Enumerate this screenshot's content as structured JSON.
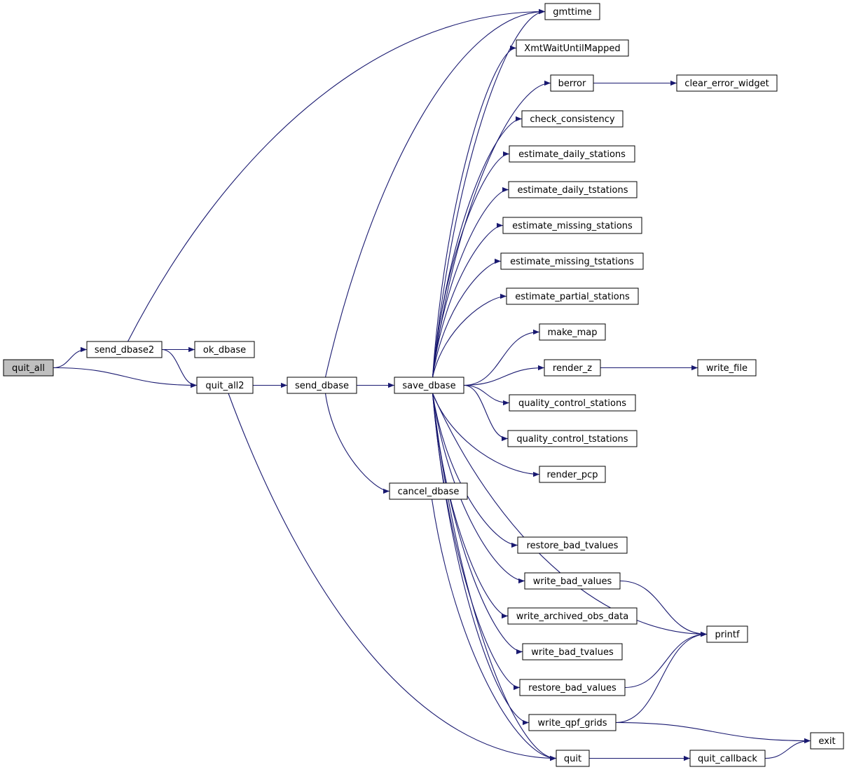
{
  "graph": {
    "colors": {
      "edge": "#191970",
      "node_fill": "#ffffff",
      "root_fill": "#bfbfbf",
      "node_border": "#000000"
    },
    "nodes": [
      {
        "id": "quit_all",
        "label": "quit_all",
        "root": true
      },
      {
        "id": "send_dbase2",
        "label": "send_dbase2"
      },
      {
        "id": "quit_all2",
        "label": "quit_all2"
      },
      {
        "id": "ok_dbase",
        "label": "ok_dbase"
      },
      {
        "id": "send_dbase",
        "label": "send_dbase"
      },
      {
        "id": "save_dbase",
        "label": "save_dbase"
      },
      {
        "id": "cancel_dbase",
        "label": "cancel_dbase"
      },
      {
        "id": "gmttime",
        "label": "gmttime"
      },
      {
        "id": "XmtWaitUntilMapped",
        "label": "XmtWaitUntilMapped"
      },
      {
        "id": "berror",
        "label": "berror"
      },
      {
        "id": "clear_error_widget",
        "label": "clear_error_widget"
      },
      {
        "id": "check_consistency",
        "label": "check_consistency"
      },
      {
        "id": "estimate_daily_stations",
        "label": "estimate_daily_stations"
      },
      {
        "id": "estimate_daily_tstations",
        "label": "estimate_daily_tstations"
      },
      {
        "id": "estimate_missing_stations",
        "label": "estimate_missing_stations"
      },
      {
        "id": "estimate_missing_tstations",
        "label": "estimate_missing_tstations"
      },
      {
        "id": "estimate_partial_stations",
        "label": "estimate_partial_stations"
      },
      {
        "id": "make_map",
        "label": "make_map"
      },
      {
        "id": "render_z",
        "label": "render_z"
      },
      {
        "id": "write_file",
        "label": "write_file"
      },
      {
        "id": "quality_control_stations",
        "label": "quality_control_stations"
      },
      {
        "id": "quality_control_tstations",
        "label": "quality_control_tstations"
      },
      {
        "id": "render_pcp",
        "label": "render_pcp"
      },
      {
        "id": "restore_bad_tvalues",
        "label": "restore_bad_tvalues"
      },
      {
        "id": "write_bad_values",
        "label": "write_bad_values"
      },
      {
        "id": "write_archived_obs_data",
        "label": "write_archived_obs_data"
      },
      {
        "id": "write_bad_tvalues",
        "label": "write_bad_tvalues"
      },
      {
        "id": "restore_bad_values",
        "label": "restore_bad_values"
      },
      {
        "id": "write_qpf_grids",
        "label": "write_qpf_grids"
      },
      {
        "id": "quit",
        "label": "quit"
      },
      {
        "id": "quit_callback",
        "label": "quit_callback"
      },
      {
        "id": "printf",
        "label": "printf"
      },
      {
        "id": "exit",
        "label": "exit"
      }
    ],
    "edges": [
      [
        "quit_all",
        "send_dbase2"
      ],
      [
        "quit_all",
        "quit_all2"
      ],
      [
        "send_dbase2",
        "gmttime"
      ],
      [
        "send_dbase2",
        "ok_dbase"
      ],
      [
        "send_dbase2",
        "quit_all2"
      ],
      [
        "quit_all2",
        "send_dbase"
      ],
      [
        "quit_all2",
        "quit"
      ],
      [
        "send_dbase",
        "gmttime"
      ],
      [
        "send_dbase",
        "save_dbase"
      ],
      [
        "send_dbase",
        "cancel_dbase"
      ],
      [
        "cancel_dbase",
        "quit"
      ],
      [
        "save_dbase",
        "gmttime"
      ],
      [
        "save_dbase",
        "XmtWaitUntilMapped"
      ],
      [
        "save_dbase",
        "berror"
      ],
      [
        "save_dbase",
        "check_consistency"
      ],
      [
        "save_dbase",
        "estimate_daily_stations"
      ],
      [
        "save_dbase",
        "estimate_daily_tstations"
      ],
      [
        "save_dbase",
        "estimate_missing_stations"
      ],
      [
        "save_dbase",
        "estimate_missing_tstations"
      ],
      [
        "save_dbase",
        "estimate_partial_stations"
      ],
      [
        "save_dbase",
        "make_map"
      ],
      [
        "save_dbase",
        "render_z"
      ],
      [
        "save_dbase",
        "quality_control_stations"
      ],
      [
        "save_dbase",
        "quality_control_tstations"
      ],
      [
        "save_dbase",
        "render_pcp"
      ],
      [
        "save_dbase",
        "printf"
      ],
      [
        "save_dbase",
        "restore_bad_tvalues"
      ],
      [
        "save_dbase",
        "write_bad_values"
      ],
      [
        "save_dbase",
        "write_archived_obs_data"
      ],
      [
        "save_dbase",
        "write_bad_tvalues"
      ],
      [
        "save_dbase",
        "restore_bad_values"
      ],
      [
        "save_dbase",
        "write_qpf_grids"
      ],
      [
        "save_dbase",
        "quit"
      ],
      [
        "berror",
        "clear_error_widget"
      ],
      [
        "render_z",
        "write_file"
      ],
      [
        "write_bad_values",
        "printf"
      ],
      [
        "restore_bad_values",
        "printf"
      ],
      [
        "write_qpf_grids",
        "printf"
      ],
      [
        "write_qpf_grids",
        "exit"
      ],
      [
        "quit",
        "quit_callback"
      ],
      [
        "quit_callback",
        "exit"
      ]
    ]
  }
}
